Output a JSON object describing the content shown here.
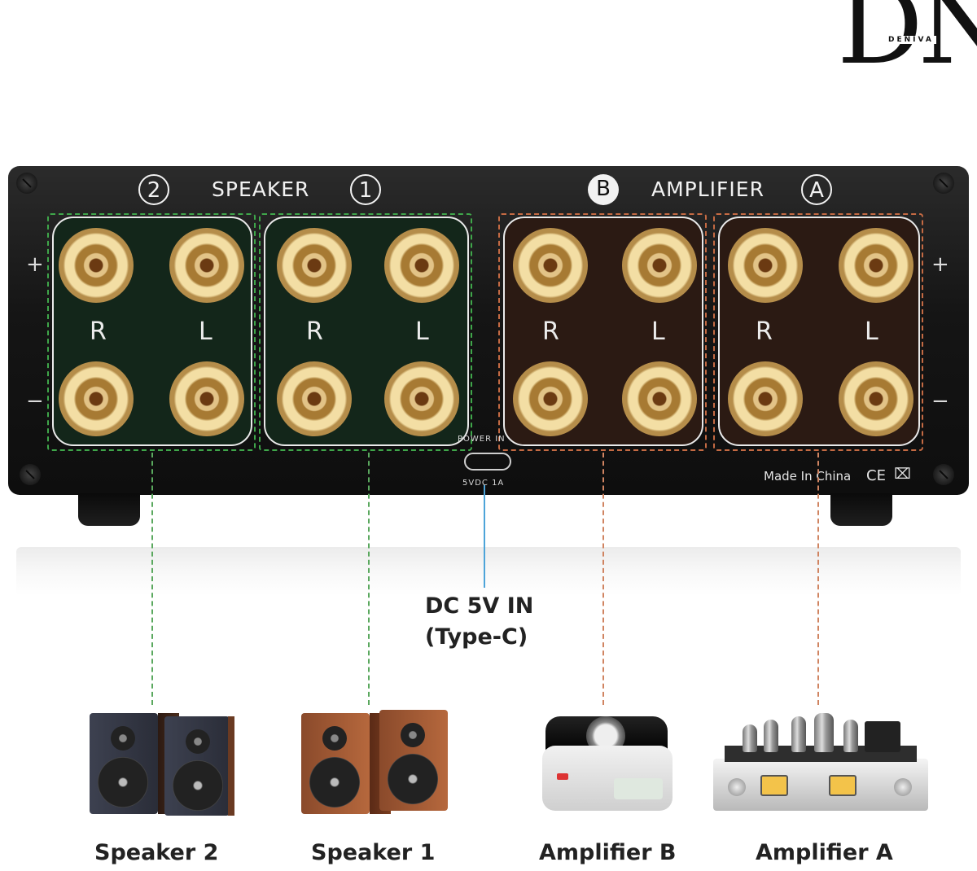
{
  "logo": {
    "mark": "DN",
    "name": "DENIVA"
  },
  "device": {
    "speaker_title": "SPEAKER",
    "amplifier_title": "AMPLIFIER",
    "speaker_numbers": [
      "2",
      "1"
    ],
    "amplifier_letters": [
      "B",
      "A"
    ],
    "channel_right": "R",
    "channel_left": "L",
    "plus_sign": "+",
    "minus_sign": "−",
    "power_label": "POWER IN",
    "power_spec": "5VDC 1A",
    "made_in": "Made In China",
    "ce_mark": "CE",
    "weee_mark": "⌧"
  },
  "annotation": {
    "line1": "DC 5V IN",
    "line2": "(Type-C)"
  },
  "products": {
    "speaker2": "Speaker 2",
    "speaker1": "Speaker 1",
    "amplifierB": "Amplifier B",
    "amplifierA": "Amplifier A"
  },
  "colors": {
    "speaker_accent": "#3fa64a",
    "amplifier_accent": "#c46a43",
    "power_line": "#4da4d9"
  }
}
